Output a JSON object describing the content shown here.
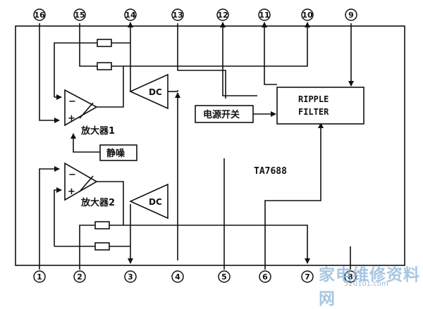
{
  "pins_top": [
    "16",
    "15",
    "14",
    "13",
    "12",
    "11",
    "10",
    "9"
  ],
  "pins_bottom": [
    "1",
    "2",
    "3",
    "4",
    "5",
    "6",
    "7",
    "8"
  ],
  "labels": {
    "amp1": "放大器1",
    "amp2": "放大器2",
    "dc": "DC",
    "mute": "静噪",
    "power_switch": "电源开关",
    "ripple_line1": "RIPPLE",
    "ripple_line2": "FILTER",
    "chip": "TA7688"
  },
  "watermark": {
    "name": "家电维修资料网",
    "url": "520101.com"
  }
}
